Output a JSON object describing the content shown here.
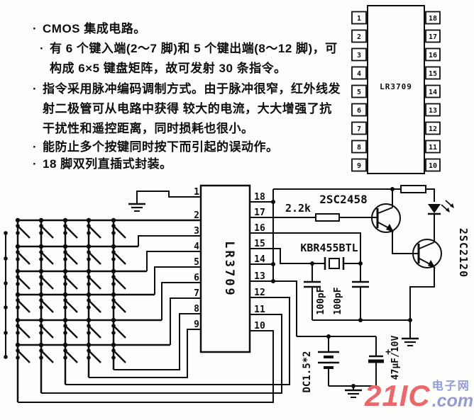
{
  "features": {
    "lines": [
      {
        "bullet": "·",
        "text": "CMOS 集成电路。"
      },
      {
        "bullet": "·",
        "text": "有 6 个键入端(2～7 脚)和 5 个键出端(8～12 脚)，可"
      },
      {
        "bullet": "",
        "text": "构成 6×5 键盘矩阵，故可发射 30 条指令。"
      },
      {
        "bullet": "·",
        "text": "指令采用脉冲编码调制方式。由于脉冲很窄，红外线发"
      },
      {
        "bullet": "",
        "text": "射二极管可从电路中获得 较大的电流，大大增强了抗"
      },
      {
        "bullet": "",
        "text": "干扰性和遥控距离，同时损耗也很小。"
      },
      {
        "bullet": "·",
        "text": "能防止多个按键同时按下而引起的误动作。"
      },
      {
        "bullet": "·",
        "text": "18 脚双列直插式封装。"
      }
    ]
  },
  "pinout": {
    "chip_label": "LR3709",
    "left": [
      "1",
      "2",
      "3",
      "4",
      "5",
      "6",
      "7",
      "8",
      "9"
    ],
    "right": [
      "18",
      "17",
      "16",
      "15",
      "14",
      "13",
      "12",
      "11",
      "10"
    ]
  },
  "schematic": {
    "ic_label": "LR3709",
    "left_pins": [
      "1",
      "2",
      "3",
      "4",
      "5",
      "6",
      "7",
      "8",
      "9"
    ],
    "right_pins": [
      "18",
      "17",
      "16",
      "15",
      "14",
      "13",
      "12",
      "11",
      "10"
    ],
    "labels": {
      "base_resistor": "2.2k",
      "q1": "2SC2458",
      "q2": "2SC2120",
      "resonator": "KBR455BTL",
      "cap1": "100pF",
      "cap2": "100pF",
      "battery": "DC1.5*2",
      "elec_cap": "47μF/10V",
      "plus": "+"
    }
  },
  "watermark": {
    "brand": "21IC",
    "cn": "电子网",
    "com": ".com"
  },
  "colors": {
    "ink": "#0d0d0d",
    "watermark_red": "#e8696b",
    "watermark_blue": "#949bd4"
  }
}
